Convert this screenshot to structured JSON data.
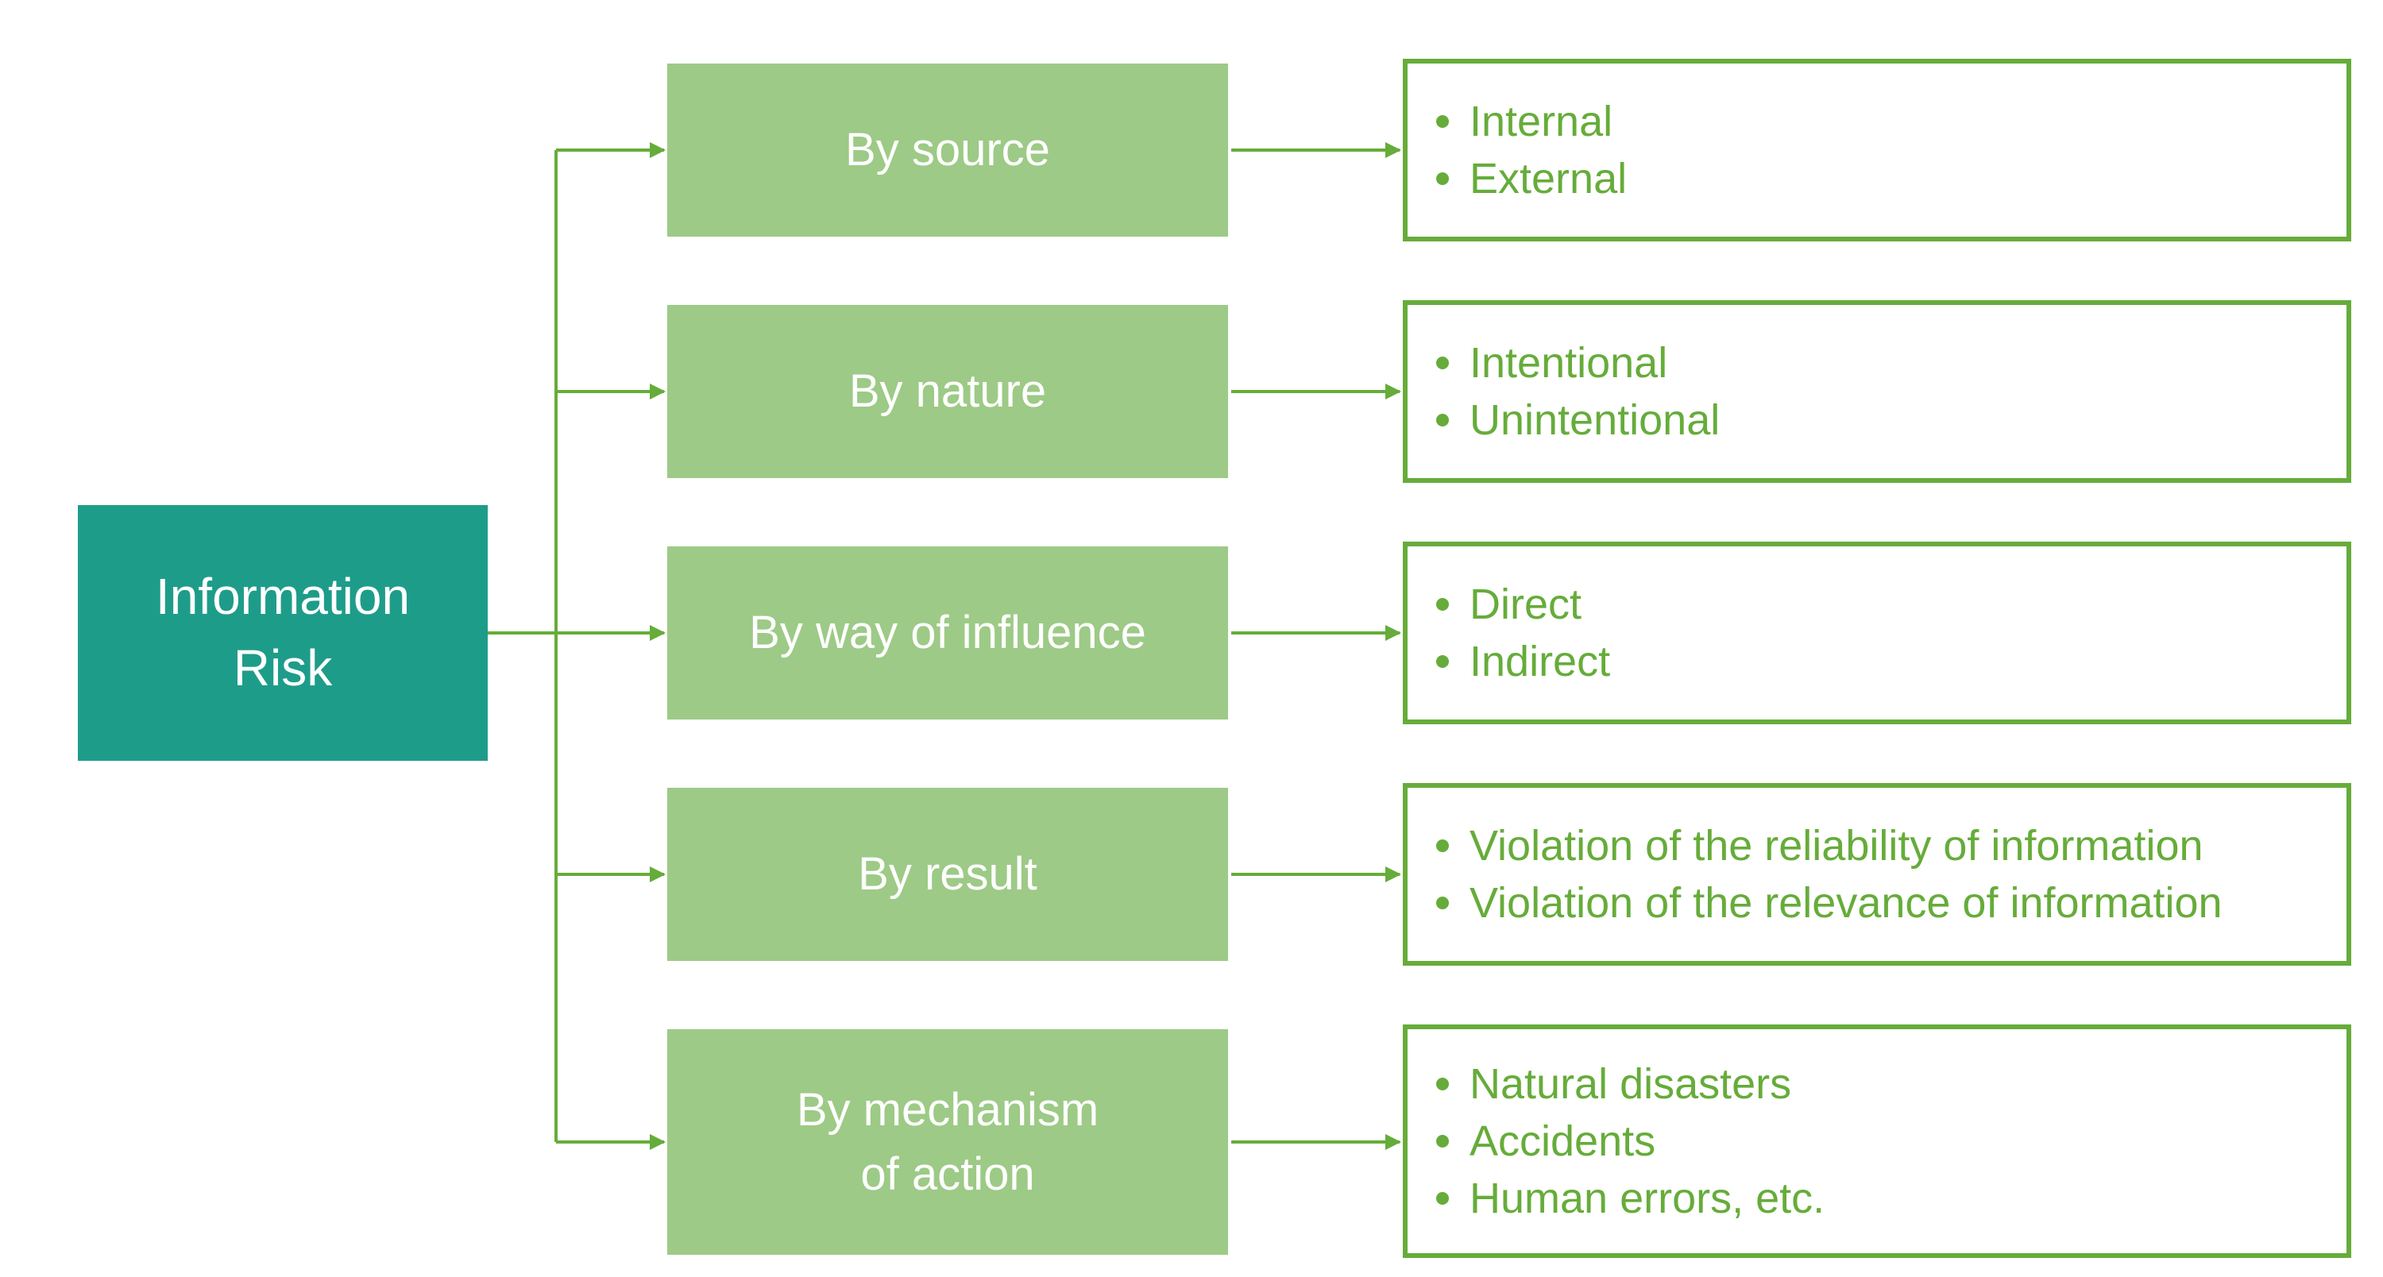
{
  "root": {
    "line1": "Information",
    "line2": "Risk"
  },
  "categories": [
    {
      "label": "By source",
      "items": [
        "Internal",
        "External"
      ]
    },
    {
      "label": "By nature",
      "items": [
        "Intentional",
        "Unintentional"
      ]
    },
    {
      "label": "By way of influence",
      "items": [
        "Direct",
        "Indirect"
      ]
    },
    {
      "label": "By result",
      "items": [
        "Violation of the reliability of information",
        "Violation of the relevance of information"
      ]
    },
    {
      "label_line1": "By mechanism",
      "label_line2": "of action",
      "items": [
        "Natural disasters",
        "Accidents",
        "Human errors, etc."
      ]
    }
  ],
  "colors": {
    "root_fill": "#1e9c8a",
    "category_fill": "#9dca86",
    "accent_green": "#66ac3a",
    "text_on_fill": "#ffffff"
  }
}
